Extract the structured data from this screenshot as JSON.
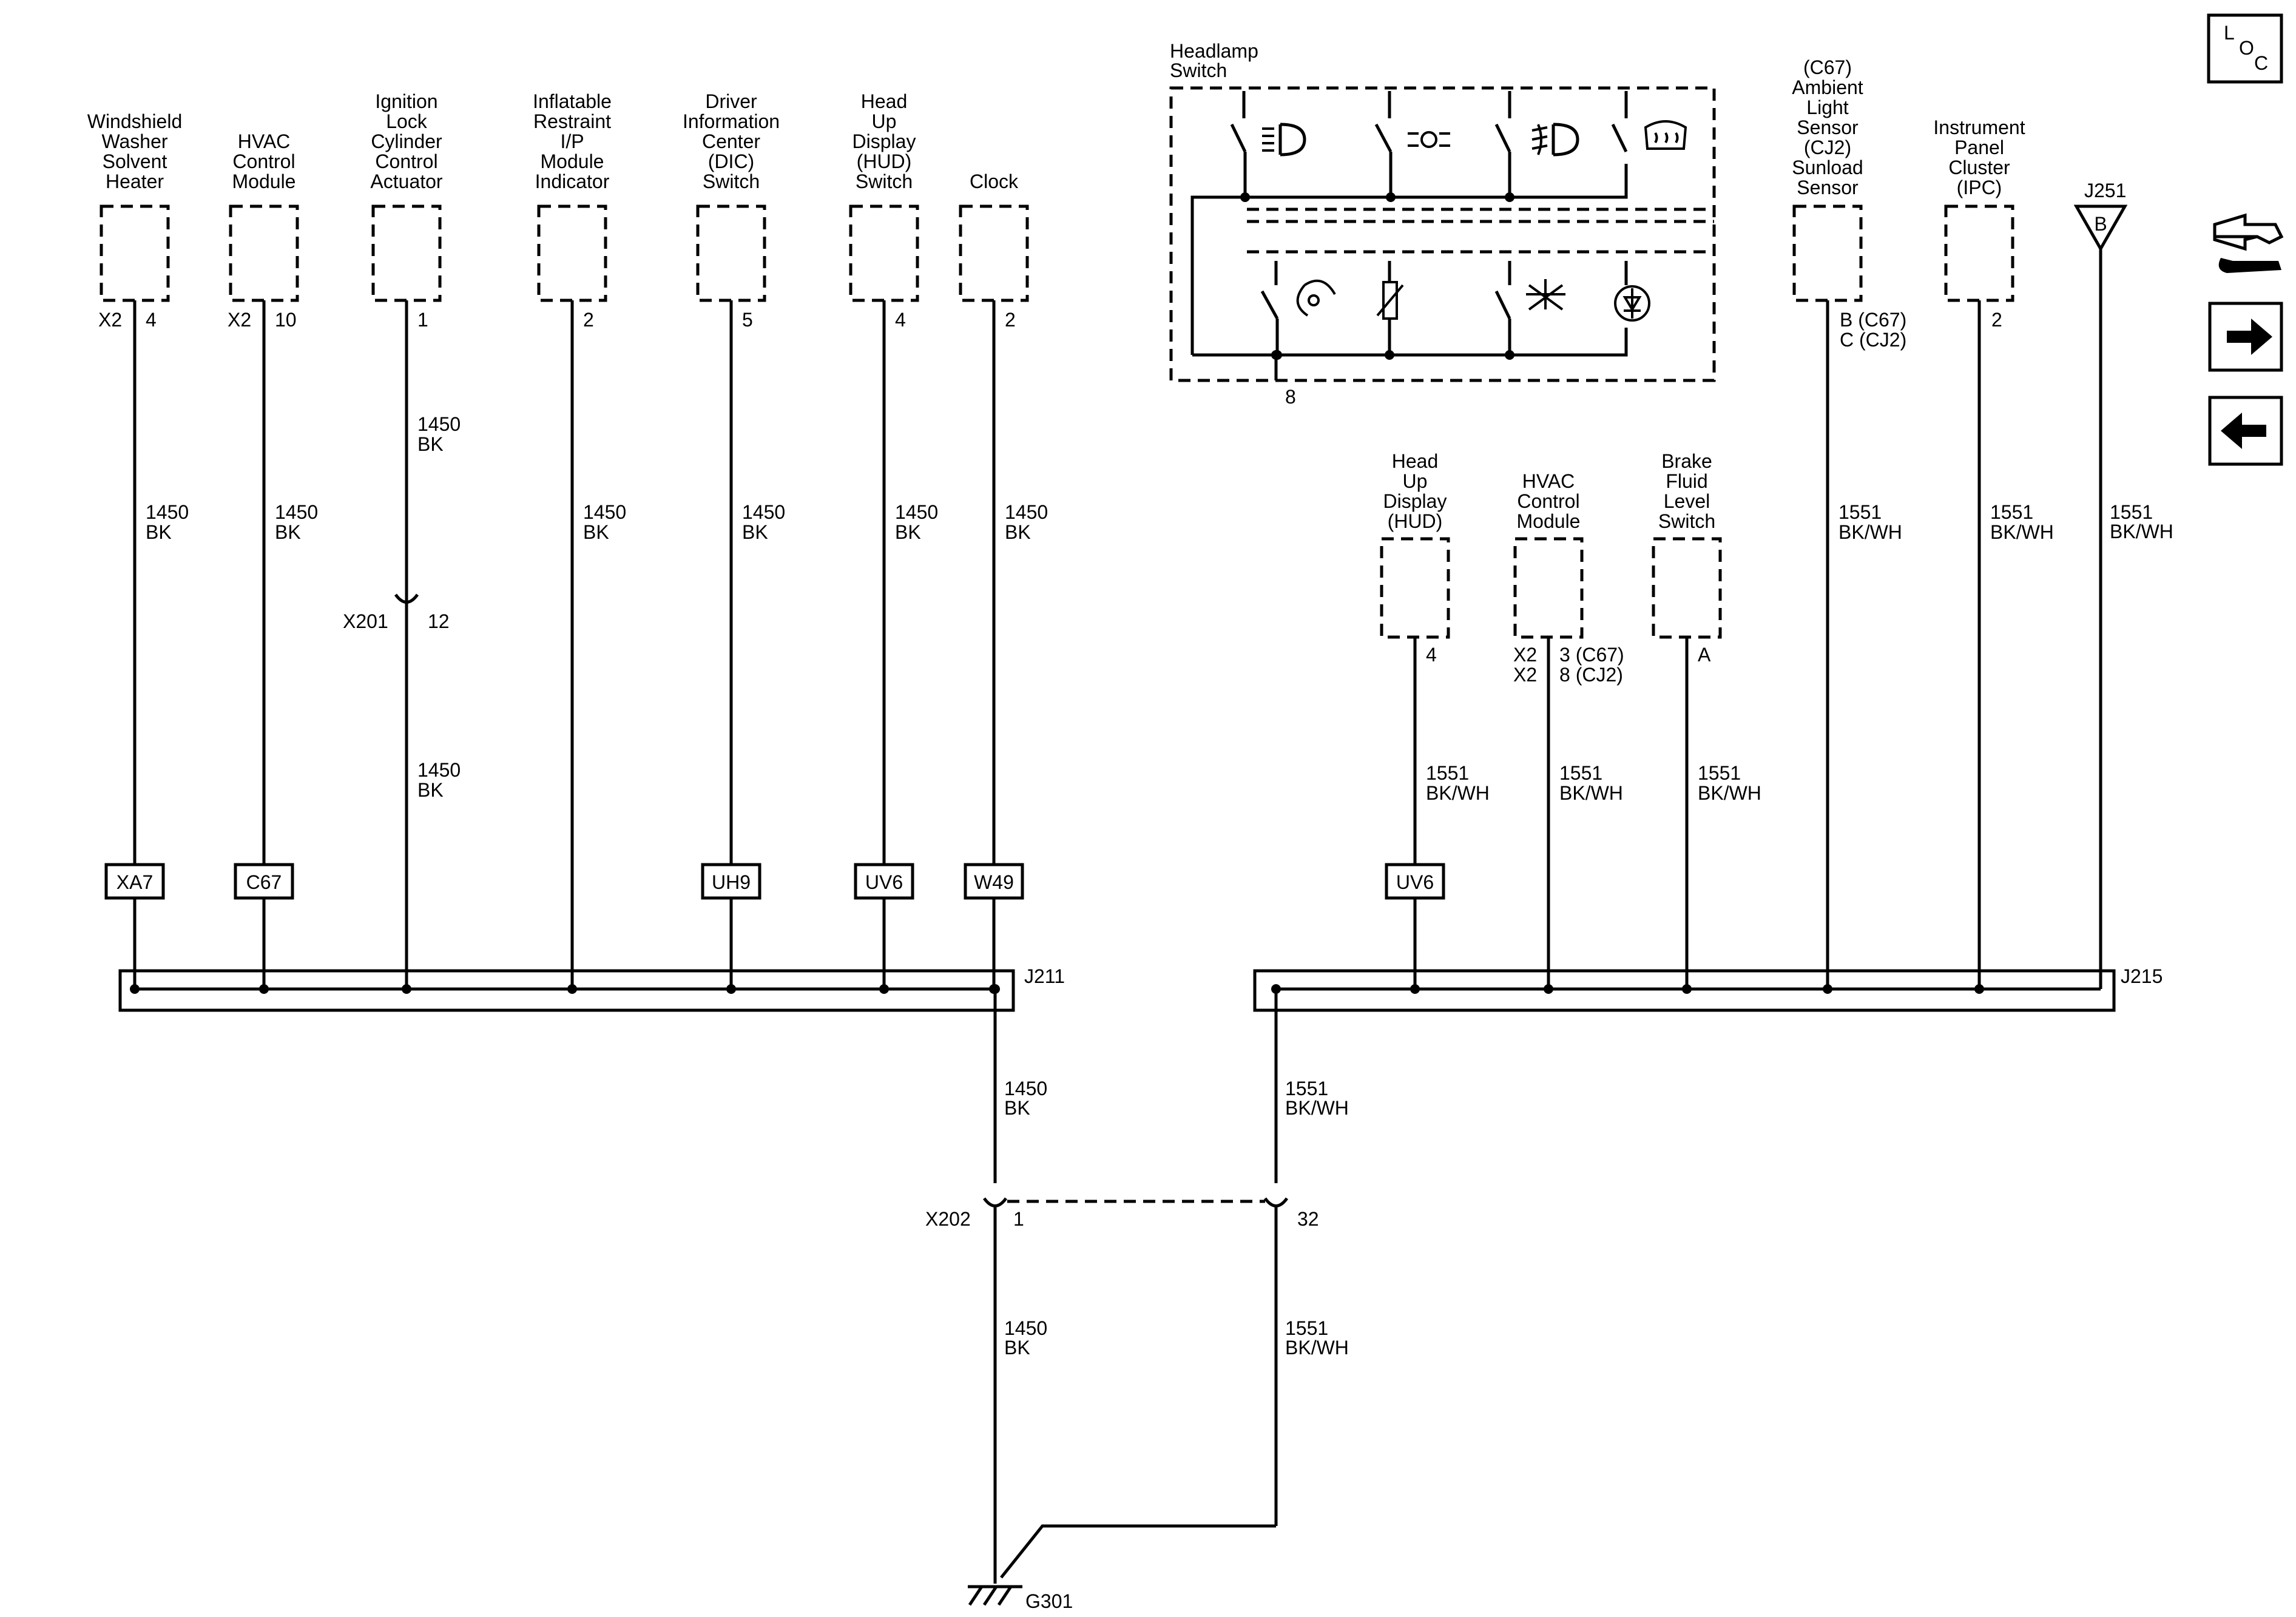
{
  "components_top_left": [
    {
      "name": "Windshield\nWasher\nSolvent\nHeater",
      "pin": "4",
      "conn": "X2",
      "wire": "1450\nBK",
      "option": "XA7"
    },
    {
      "name": "HVAC\nControl\nModule",
      "pin": "10",
      "conn": "X2",
      "wire": "1450\nBK",
      "option": "C67"
    },
    {
      "name": "Ignition\nLock\nCylinder\nControl\nActuator",
      "pin": "1",
      "conn": "",
      "wire": "1450\nBK",
      "option": ""
    },
    {
      "name": "Inflatable\nRestraint\nI/P\nModule\nIndicator",
      "pin": "2",
      "conn": "",
      "wire": "1450\nBK",
      "option": ""
    },
    {
      "name": "Driver\nInformation\nCenter\n(DIC)\nSwitch",
      "pin": "5",
      "conn": "",
      "wire": "1450\nBK",
      "option": "UH9"
    },
    {
      "name": "Head\nUp\nDisplay\n(HUD)\nSwitch",
      "pin": "4",
      "conn": "",
      "wire": "1450\nBK",
      "option": "UV6"
    },
    {
      "name": "Clock",
      "pin": "2",
      "conn": "",
      "wire": "1450\nBK",
      "option": "W49"
    }
  ],
  "ignition_inline": {
    "connector": "X201",
    "pin": "12",
    "wire_upper": "1450\nBK",
    "wire_lower": "1450\nBK"
  },
  "headlamp_switch": {
    "name": "Headlamp\nSwitch",
    "pin": "8",
    "wire": "1551\nBK/WH"
  },
  "components_mid_right": [
    {
      "name": "Head\nUp\nDisplay\n(HUD)",
      "pin": "4",
      "conn": "",
      "wire": "1551\nBK/WH",
      "option": "UV6"
    },
    {
      "name": "HVAC\nControl\nModule",
      "pin": "3 (C67)\n8 (CJ2)",
      "conn": "X2\nX2",
      "wire": "1551\nBK/WH",
      "option": ""
    },
    {
      "name": "Brake\nFluid\nLevel\nSwitch",
      "pin": "A",
      "conn": "",
      "wire": "1551\nBK/WH",
      "option": ""
    }
  ],
  "components_top_right": [
    {
      "name": "(C67)\nAmbient\nLight\nSensor\n(CJ2)\nSunload\nSensor",
      "pin": "B (C67)\nC (CJ2)",
      "wire": "1551\nBK/WH"
    },
    {
      "name": "Instrument\nPanel\nCluster\n(IPC)",
      "pin": "2",
      "wire": "1551\nBK/WH"
    }
  ],
  "j251": {
    "name": "J251",
    "pin": "B",
    "wire": "1551\nBK/WH"
  },
  "splices": {
    "left": "J211",
    "right": "J215"
  },
  "trunk_left": {
    "wire_upper": "1450\nBK",
    "connector": "X202",
    "pin": "1",
    "wire_lower": "1450\nBK"
  },
  "trunk_right": {
    "wire_upper": "1551\nBK/WH",
    "pin": "32",
    "wire_lower": "1551\nBK/WH"
  },
  "ground": "G301",
  "loc_icon": {
    "l": "L",
    "o": "O",
    "c": "C"
  },
  "nav_icons": [
    "component-locator-icon",
    "next-arrow-icon",
    "previous-arrow-icon"
  ]
}
